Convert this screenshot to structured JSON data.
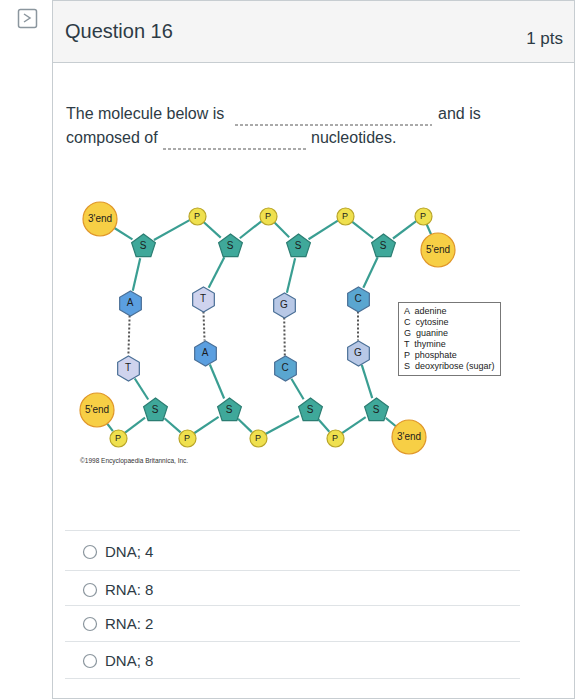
{
  "diagram": {
    "title": "Question 16",
    "nodes": [
      {
        "text": [
          "3'end"
        ]
      },
      {
        "text": [
          "S"
        ]
      },
      {
        "text": [
          "P"
        ]
      },
      {
        "text": [
          "S"
        ]
      },
      {
        "text": [
          "P"
        ]
      },
      {
        "text": [
          "S"
        ]
      },
      {
        "text": [
          "P"
        ]
      },
      {
        "text": [
          "S"
        ]
      },
      {
        "text": [
          "P"
        ]
      },
      {
        "text": [
          "5'end"
        ]
      },
      {
        "text": [
          "A"
        ]
      },
      {
        "text": [
          "T"
        ]
      },
      {
        "text": [
          "G"
        ]
      },
      {
        "text": [
          "C"
        ]
      },
      {
        "text": [
          "T"
        ]
      },
      {
        "text": [
          "A"
        ]
      },
      {
        "text": [
          "C"
        ]
      },
      {
        "text": [
          "G"
        ]
      },
      {
        "text": [
          "5'end"
        ]
      },
      {
        "text": [
          "P"
        ]
      },
      {
        "text": [
          "S"
        ]
      },
      {
        "text": [
          "P"
        ]
      },
      {
        "text": [
          "S"
        ]
      },
      {
        "text": [
          "P"
        ]
      },
      {
        "text": [
          "S"
        ]
      },
      {
        "text": [
          "P"
        ]
      },
      {
        "text": [
          "S"
        ]
      },
      {
        "text": [
          "3'end"
        ]
      }
    ],
    "edges": [
      {
        "from": 0,
        "to": 1,
        "arrow": "none"
      },
      {
        "from": 1,
        "to": 2,
        "arrow": "none"
      },
      {
        "from": 2,
        "to": 3,
        "arrow": "none"
      },
      {
        "from": 3,
        "to": 4,
        "arrow": "none"
      },
      {
        "from": 4,
        "to": 5,
        "arrow": "none"
      },
      {
        "from": 5,
        "to": 6,
        "arrow": "none"
      },
      {
        "from": 6,
        "to": 7,
        "arrow": "none"
      },
      {
        "from": 7,
        "to": 8,
        "arrow": "none"
      },
      {
        "from": 8,
        "to": 9,
        "arrow": "none"
      },
      {
        "from": 1,
        "to": 10,
        "arrow": "none"
      },
      {
        "from": 3,
        "to": 11,
        "arrow": "none"
      },
      {
        "from": 5,
        "to": 12,
        "arrow": "none"
      },
      {
        "from": 7,
        "to": 13,
        "arrow": "none"
      },
      {
        "from": 10,
        "to": 14,
        "arrow": "none"
      },
      {
        "from": 11,
        "to": 15,
        "arrow": "none"
      },
      {
        "from": 12,
        "to": 16,
        "arrow": "none"
      },
      {
        "from": 13,
        "to": 17,
        "arrow": "none"
      },
      {
        "from": 18,
        "to": 19,
        "arrow": "none"
      },
      {
        "from": 19,
        "to": 20,
        "arrow": "none"
      },
      {
        "from": 20,
        "to": 21,
        "arrow": "none"
      },
      {
        "from": 21,
        "to": 22,
        "arrow": "none"
      },
      {
        "from": 22,
        "to": 23,
        "arrow": "none"
      },
      {
        "from": 23,
        "to": 24,
        "arrow": "none"
      },
      {
        "from": 24,
        "to": 25,
        "arrow": "none"
      },
      {
        "from": 25,
        "to": 26,
        "arrow": "none"
      },
      {
        "from": 26,
        "to": 27,
        "arrow": "none"
      },
      {
        "from": 20,
        "to": 14,
        "arrow": "none"
      },
      {
        "from": 22,
        "to": 15,
        "arrow": "none"
      },
      {
        "from": 24,
        "to": 16,
        "arrow": "none"
      },
      {
        "from": 26,
        "to": 17,
        "arrow": "none"
      }
    ],
    "labels": [
      "1 pts",
      "The molecule below is",
      "and is",
      "composed of",
      "nucleotides.",
      "©1998 Encyclopaedia Britannica, Inc.",
      "DNA; 4",
      "RNA: 8",
      "RNA: 2",
      "DNA; 8"
    ],
    "legend": [
      {
        "text": "A  adenine"
      },
      {
        "text": "C  cytosine"
      },
      {
        "text": "G  guanine"
      },
      {
        "text": "T  thymine"
      },
      {
        "text": "P  phosphate"
      },
      {
        "text": "S  deoxyribose (sugar)"
      }
    ]
  }
}
